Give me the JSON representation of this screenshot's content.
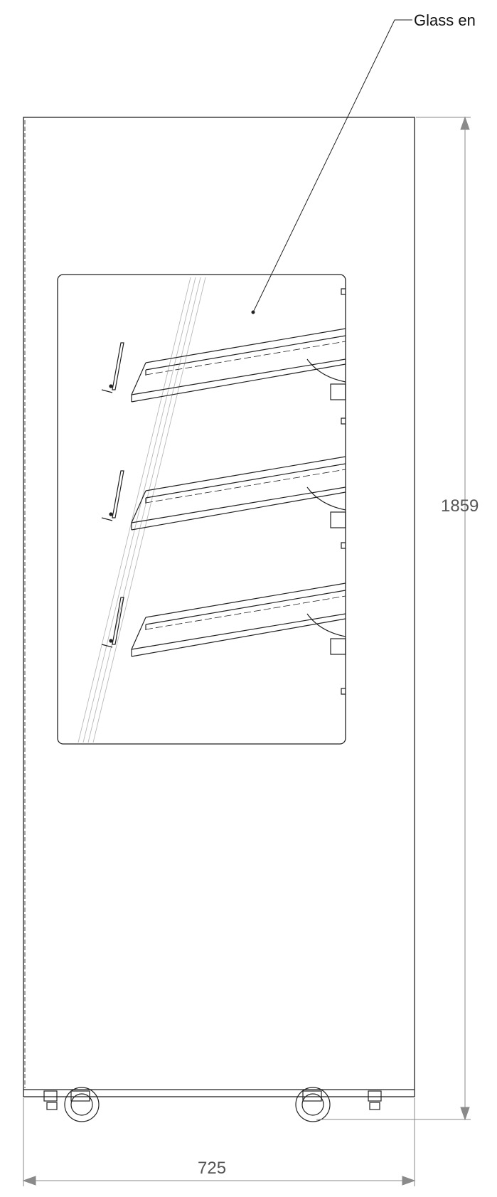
{
  "callout": {
    "text": "Glass en"
  },
  "dimensions": {
    "height": "1859",
    "width": "725"
  },
  "colors": {
    "outline": "#222222",
    "dimension": "#8a8a8a",
    "glass_hatch": "#b8b8b8"
  }
}
